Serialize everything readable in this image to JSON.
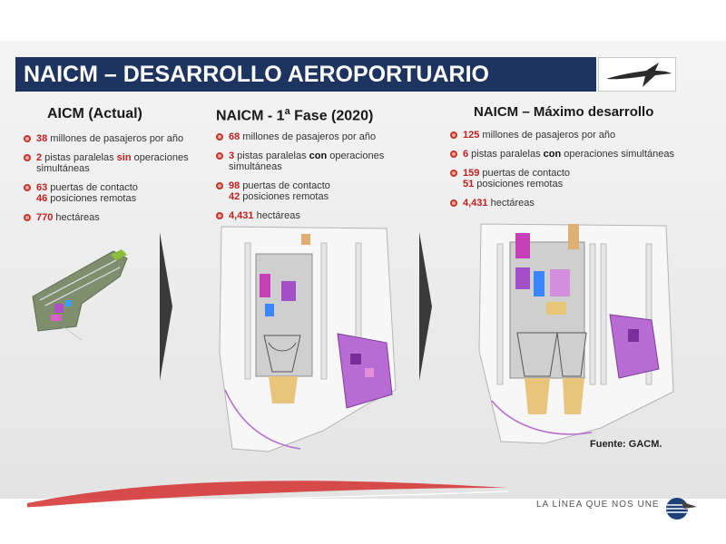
{
  "slide": {
    "title": "NAICM – DESARROLLO AEROPORTUARIO",
    "source": "Fuente:  GACM.",
    "footer_tagline": "LA LÍNEA QUE NOS UNE"
  },
  "columns": [
    {
      "title": "AICM (Actual)",
      "items": [
        {
          "num": "38",
          "text": " millones de pasajeros por año"
        },
        {
          "num": "2",
          "pre": " pistas paralelas ",
          "emph": "sin",
          "post": " operaciones simultáneas"
        },
        {
          "num": "63",
          "text": " puertas de contacto",
          "num2": "46",
          "text2": " posiciones remotas"
        },
        {
          "num": "770",
          "text": " hectáreas"
        }
      ]
    },
    {
      "title_main": "NAICM - 1",
      "title_sup": "a",
      "title_end": " Fase (2020)",
      "items": [
        {
          "num": "68",
          "text": " millones de pasajeros por año"
        },
        {
          "num": "3",
          "pre": " pistas paralelas ",
          "emph": "con",
          "post": " operaciones simultáneas"
        },
        {
          "num": "98",
          "text": " puertas de contacto",
          "num2": "42",
          "text2": " posiciones remotas"
        },
        {
          "num": "4,431",
          "text": " hectáreas"
        }
      ]
    },
    {
      "title": "NAICM – Máximo desarrollo",
      "items": [
        {
          "num": "125",
          "text": " millones de pasajeros por año"
        },
        {
          "num": "6",
          "pre": " pistas paralelas ",
          "emph": "con",
          "post": " operaciones simultáneas"
        },
        {
          "num": "159",
          "text": " puertas de contacto",
          "num2": "51",
          "text2": " posiciones remotas"
        },
        {
          "num": "4,431",
          "text": " hectáreas"
        }
      ]
    }
  ],
  "colors": {
    "title_bar": "#1d3461",
    "highlight_red": "#c0201f",
    "arrow": "#3a3a3a",
    "map_purple": "#a34fc7",
    "map_magenta": "#c43fb8"
  }
}
